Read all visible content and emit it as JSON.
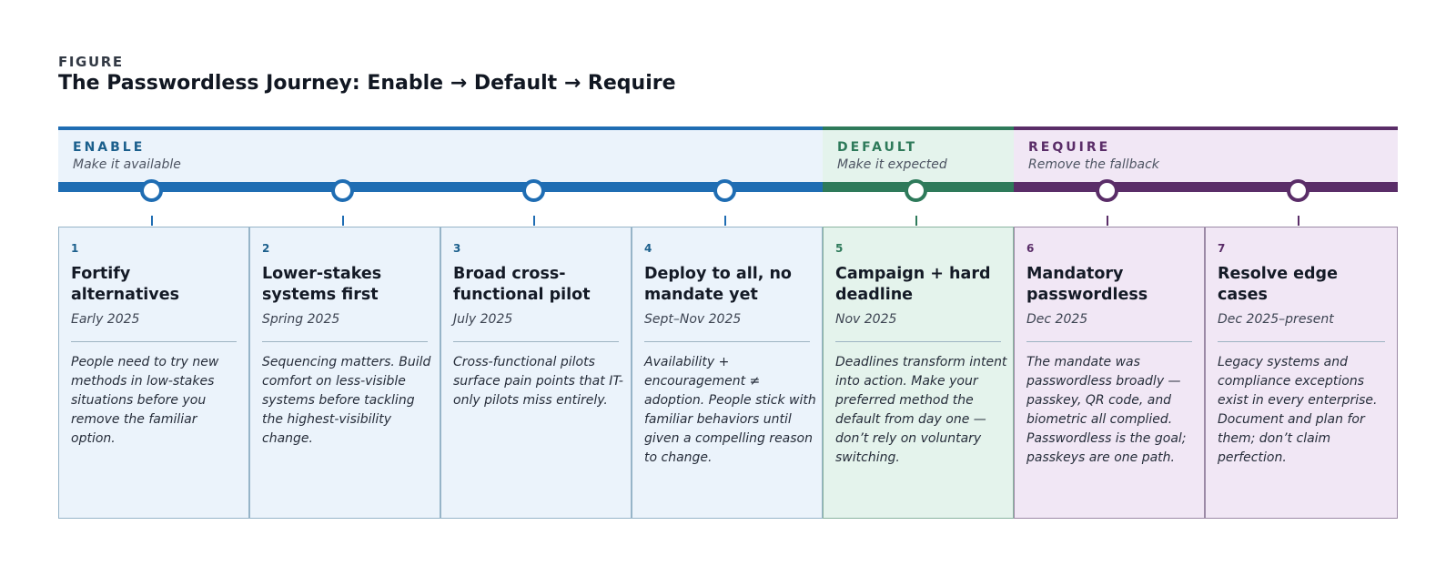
{
  "figure": {
    "label": "FIGURE",
    "title": "The Passwordless Journey: Enable → Default → Require"
  },
  "colors": {
    "enable": "#1f6db3",
    "enable_text": "#1b5f8c",
    "enable_bg": "#ebf3fb",
    "default": "#2e7a5a",
    "default_bg": "#e4f3ec",
    "require": "#5a2d68",
    "require_bg": "#f1e7f5"
  },
  "phases": [
    {
      "key": "enable",
      "name": "ENABLE",
      "subtitle": "Make it available"
    },
    {
      "key": "default",
      "name": "DEFAULT",
      "subtitle": "Make it expected"
    },
    {
      "key": "require",
      "name": "REQUIRE",
      "subtitle": "Remove the fallback"
    }
  ],
  "steps": [
    {
      "number": "1",
      "phase": "enable",
      "title": "Fortify alternatives",
      "date": "Early 2025",
      "description": "People need to try new methods in low-stakes situations before you remove the familiar option."
    },
    {
      "number": "2",
      "phase": "enable",
      "title": "Lower-stakes systems first",
      "date": "Spring 2025",
      "description": "Sequencing matters. Build comfort on less-visible systems before tackling the highest-visibility change."
    },
    {
      "number": "3",
      "phase": "enable",
      "title": "Broad cross-functional pilot",
      "date": "July 2025",
      "description": "Cross-functional pilots surface pain points that IT-only pilots miss entirely."
    },
    {
      "number": "4",
      "phase": "enable",
      "title": "Deploy to all, no mandate yet",
      "date": "Sept–Nov 2025",
      "description": "Availability + encouragement ≠ adoption. People stick with familiar behaviors until given a compelling reason to change."
    },
    {
      "number": "5",
      "phase": "default",
      "title": "Campaign + hard deadline",
      "date": "Nov 2025",
      "description": "Deadlines transform intent into action. Make your preferred method the default from day one — don’t rely on voluntary switching."
    },
    {
      "number": "6",
      "phase": "require",
      "title": "Mandatory passwordless",
      "date": "Dec 2025",
      "description": "The mandate was passwordless broadly — passkey, QR code, and biometric all complied. Passwordless is the goal; passkeys are one path."
    },
    {
      "number": "7",
      "phase": "require",
      "title": "Resolve edge cases",
      "date": "Dec 2025–present",
      "description": "Legacy systems and compliance exceptions exist in every enterprise. Document and plan for them; don’t claim perfection."
    }
  ]
}
